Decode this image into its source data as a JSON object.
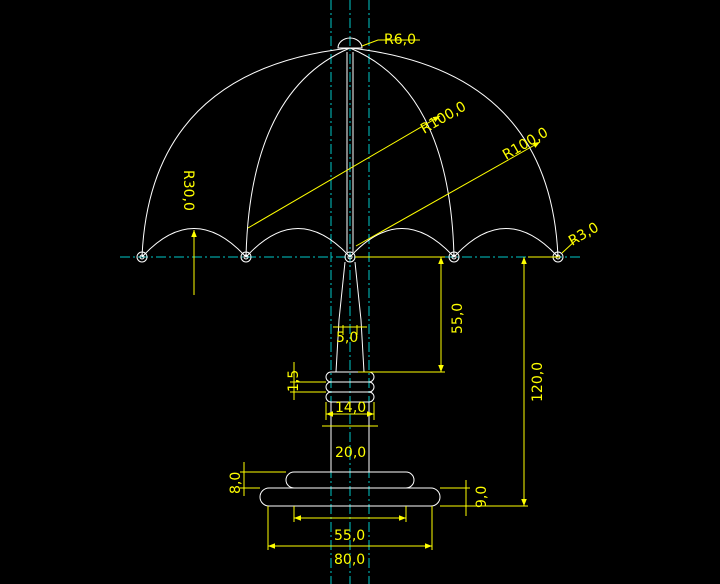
{
  "colors": {
    "background": "#000000",
    "geometry": "#ffffff",
    "dimension": "#ffff00",
    "centerline": "#00c8c8"
  },
  "dimensions": {
    "r_tip": "R6,0",
    "r_rib_left": "R100,0",
    "r_rib_right": "R100,0",
    "r_scallop": "R30,0",
    "r_end": "R3,0",
    "pole_height": "55,0",
    "pole_width": "5,0",
    "ring_pitch": "1,5",
    "ring_width": "14,0",
    "neck_width": "20,0",
    "base_top_height": "8,0",
    "base_total_height": "9,0",
    "base_inner_width": "55,0",
    "base_outer_width": "80,0",
    "total_height": "120,0"
  }
}
